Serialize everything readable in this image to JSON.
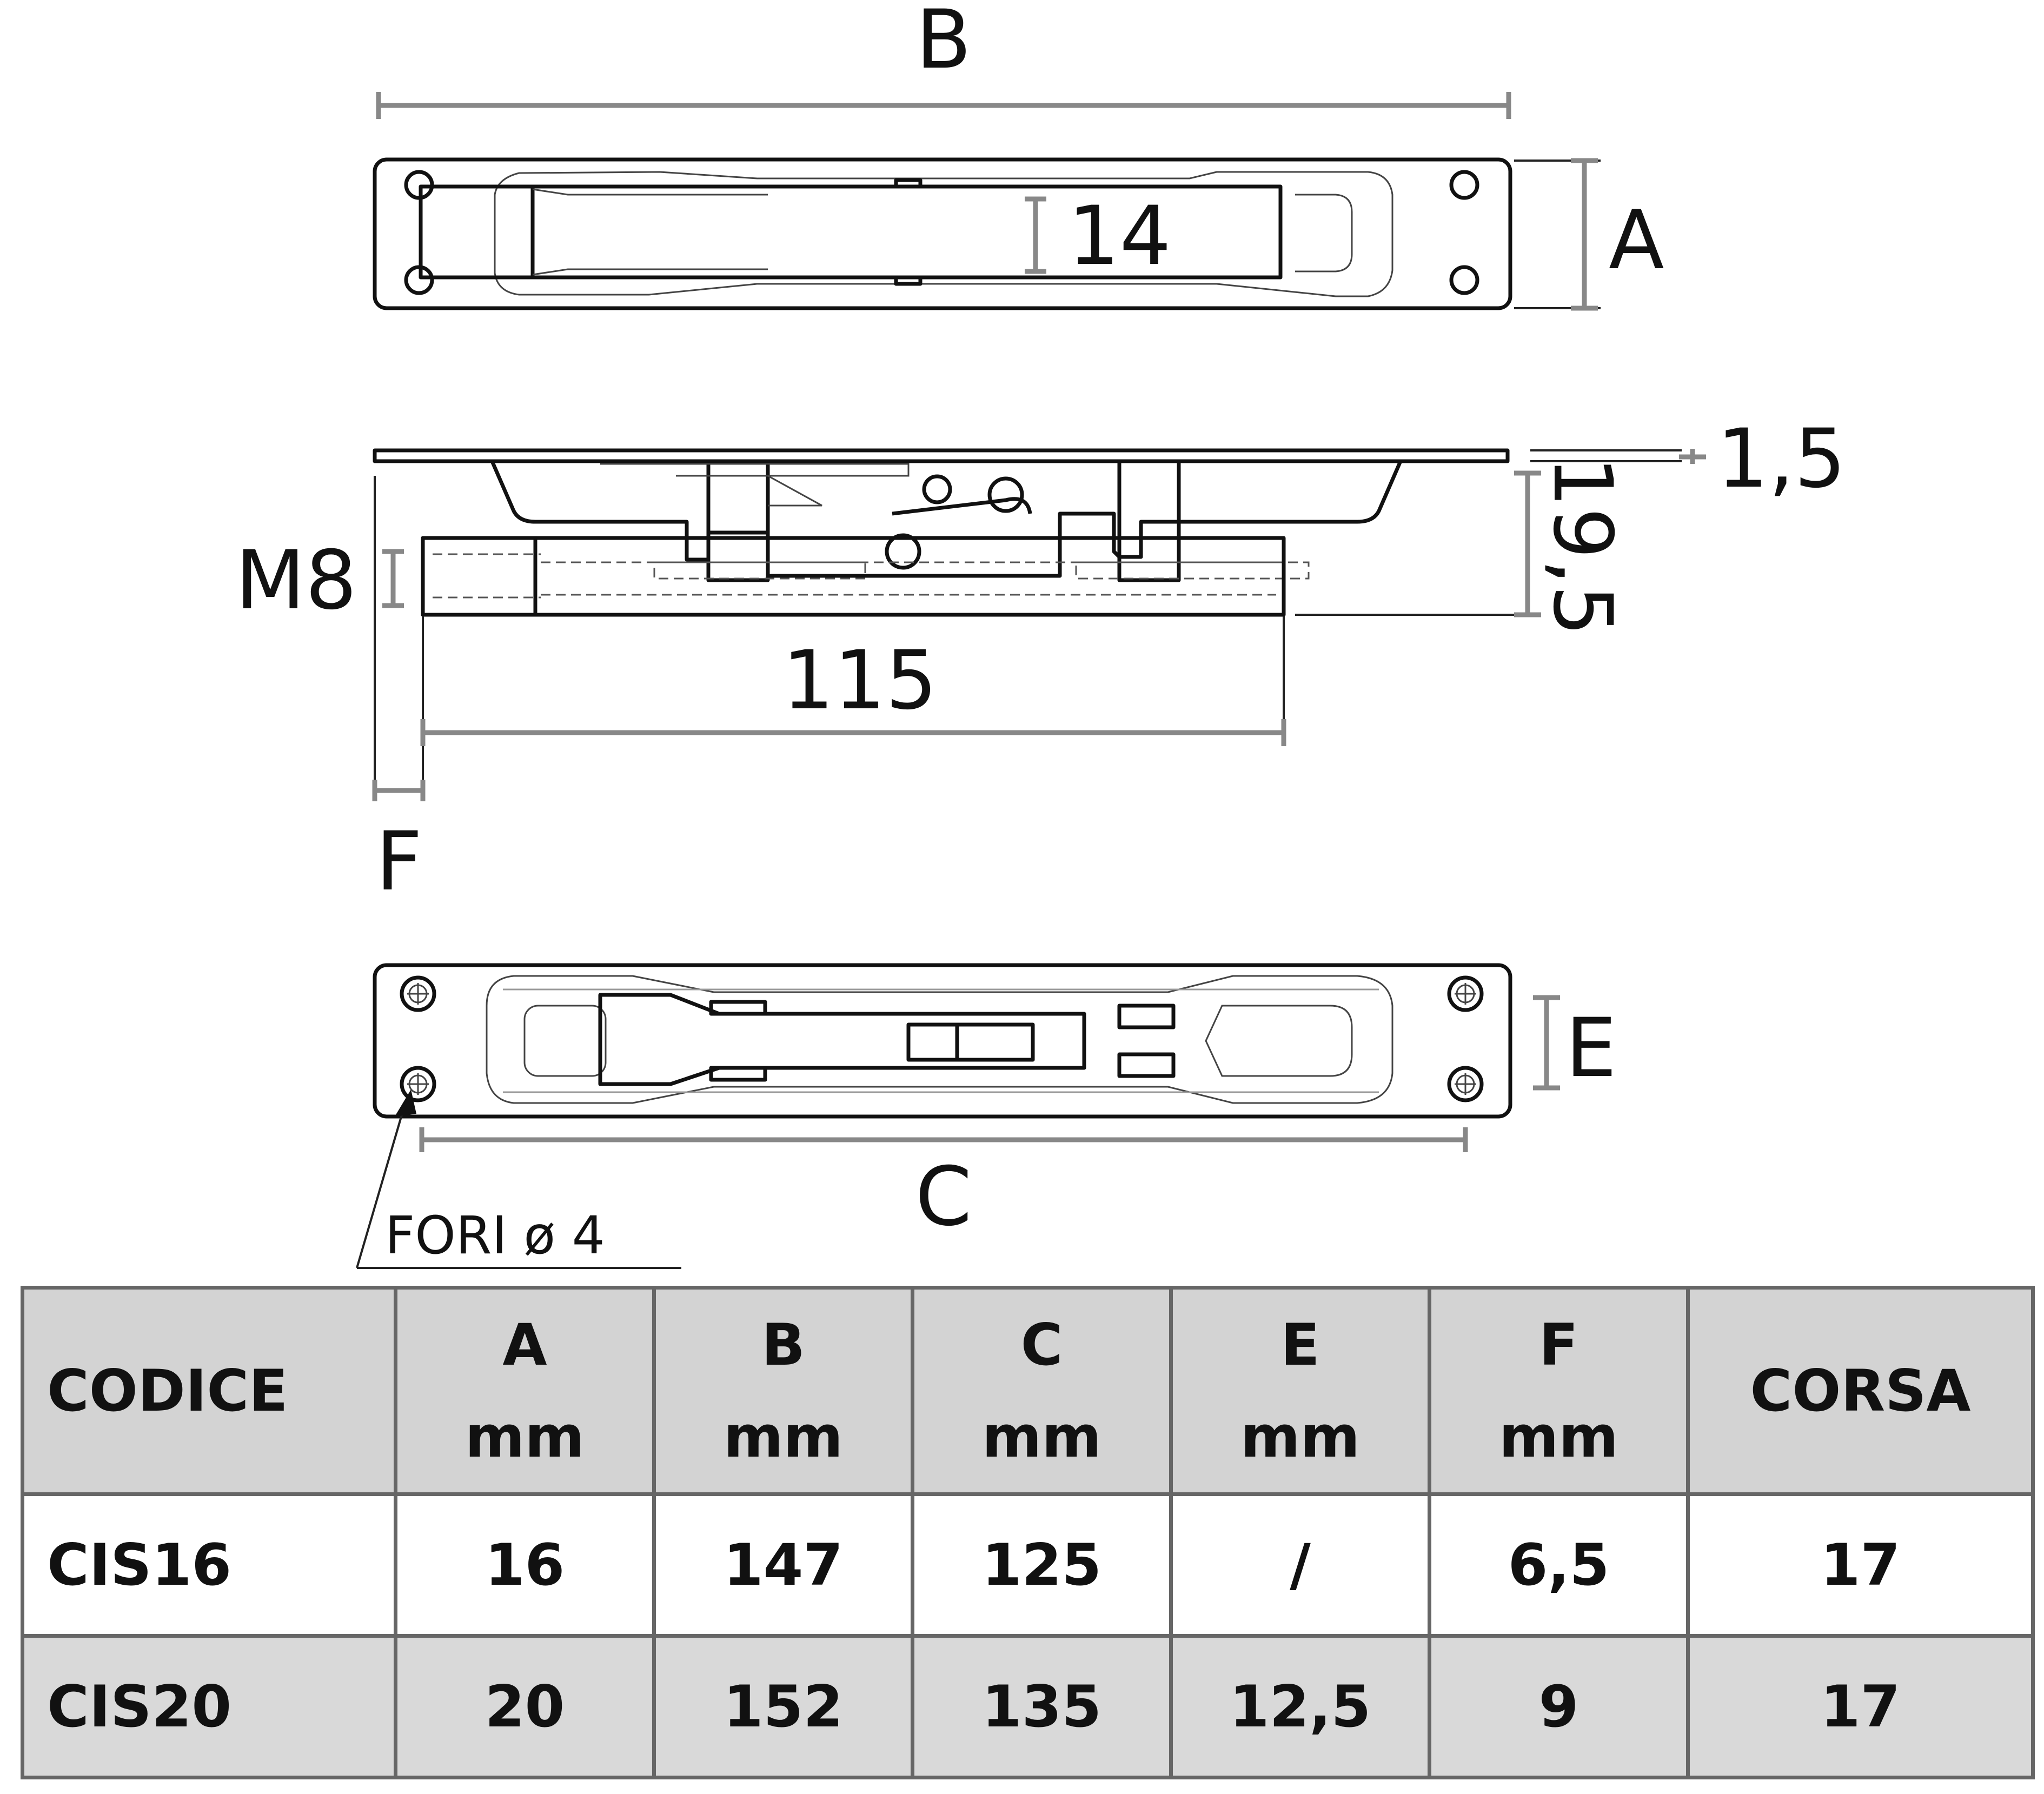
{
  "dimensions": {
    "b": "B",
    "a": "A",
    "w14": "14",
    "t15": "1,5",
    "h195": "19,5",
    "m8": "M8",
    "l115": "115",
    "f": "F",
    "e": "E",
    "c": "C",
    "holes": "FORI ø 4"
  },
  "table": {
    "headers": [
      {
        "top": "CODICE",
        "bottom": ""
      },
      {
        "top": "A",
        "bottom": "mm"
      },
      {
        "top": "B",
        "bottom": "mm"
      },
      {
        "top": "C",
        "bottom": "mm"
      },
      {
        "top": "E",
        "bottom": "mm"
      },
      {
        "top": "F",
        "bottom": "mm"
      },
      {
        "top": "CORSA",
        "bottom": ""
      }
    ],
    "rows": [
      [
        "CIS16",
        "16",
        "147",
        "125",
        "/",
        "6,5",
        "17"
      ],
      [
        "CIS20",
        "20",
        "152",
        "135",
        "12,5",
        "9",
        "17"
      ]
    ]
  }
}
